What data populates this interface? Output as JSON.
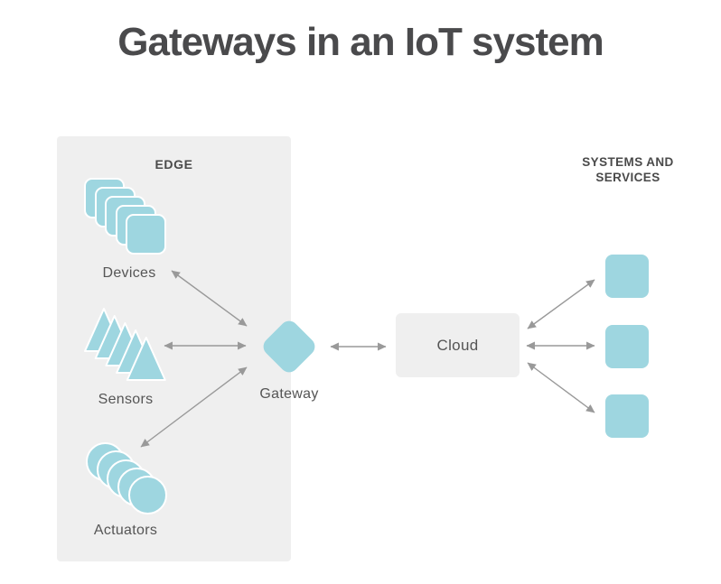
{
  "title": "Gateways in an IoT system",
  "edge_panel": {
    "label": "EDGE"
  },
  "nodes": {
    "devices": {
      "label": "Devices",
      "shape": "square",
      "count": 5
    },
    "sensors": {
      "label": "Sensors",
      "shape": "triangle",
      "count": 5
    },
    "actuators": {
      "label": "Actuators",
      "shape": "circle",
      "count": 5
    },
    "gateway": {
      "label": "Gateway",
      "shape": "diamond"
    },
    "cloud": {
      "label": "Cloud",
      "shape": "rounded-rectangle"
    },
    "systems": {
      "label_line1": "SYSTEMS AND",
      "label_line2": "SERVICES",
      "shape": "square",
      "count": 3
    }
  },
  "connections": [
    {
      "from": "Devices",
      "to": "Gateway",
      "bidirectional": true
    },
    {
      "from": "Sensors",
      "to": "Gateway",
      "bidirectional": true
    },
    {
      "from": "Actuators",
      "to": "Gateway",
      "bidirectional": true
    },
    {
      "from": "Gateway",
      "to": "Cloud",
      "bidirectional": true
    },
    {
      "from": "Cloud",
      "to": "System 1",
      "bidirectional": true
    },
    {
      "from": "Cloud",
      "to": "System 2",
      "bidirectional": true
    },
    {
      "from": "Cloud",
      "to": "System 3",
      "bidirectional": true
    }
  ],
  "colors": {
    "shape_fill": "#9ed6e0",
    "panel_bg": "#efefef",
    "arrow": "#999999",
    "title_text": "#4a4a4c",
    "label_text": "#555555",
    "heading_text": "#4a4a4a"
  }
}
